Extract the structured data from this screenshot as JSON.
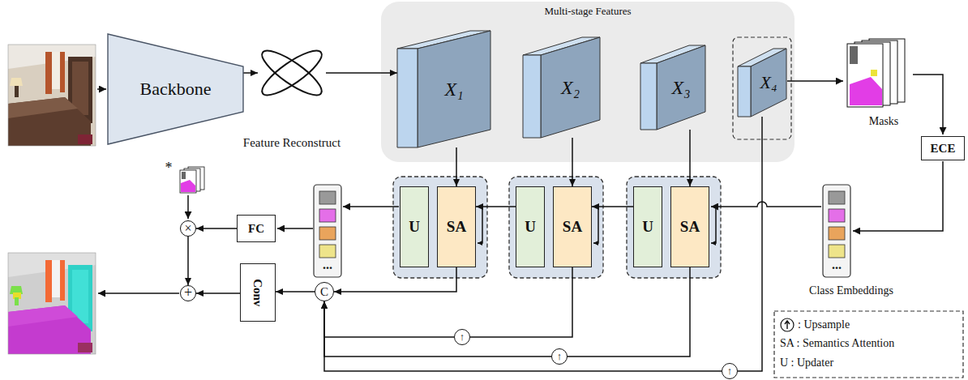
{
  "diagram": {
    "nodes": [
      {
        "text": [
          "Backbone"
        ]
      },
      {
        "text": [
          "Feature Reconstruct"
        ]
      },
      {
        "text": [
          "Multi-stage Features"
        ]
      },
      {
        "text": [
          "X₁"
        ],
        "in": 2
      },
      {
        "text": [
          "X₂"
        ],
        "in": 2
      },
      {
        "text": [
          "X₃"
        ],
        "in": 2
      },
      {
        "text": [
          "X₄"
        ],
        "in": 2
      },
      {
        "text": [
          "ECE"
        ]
      },
      {
        "text": [
          "U"
        ]
      },
      {
        "text": [
          "SA"
        ]
      },
      {
        "text": [
          "U"
        ]
      },
      {
        "text": [
          "SA"
        ]
      },
      {
        "text": [
          "U"
        ]
      },
      {
        "text": [
          "SA"
        ]
      },
      {
        "text": [
          "FC"
        ]
      },
      {
        "text": [
          "×"
        ]
      },
      {
        "text": [
          "Conv"
        ]
      },
      {
        "text": [
          "C"
        ]
      },
      {
        "text": [
          "+"
        ]
      },
      {
        "text": [
          "↑"
        ]
      },
      {
        "text": [
          "↑"
        ]
      },
      {
        "text": [
          "↑"
        ]
      }
    ],
    "edges": [
      {
        "from": 0,
        "to": 1,
        "arrow": "to"
      },
      {
        "from": 1,
        "to": 3,
        "arrow": "to"
      },
      {
        "from": 3,
        "to": 9,
        "arrow": "to"
      },
      {
        "from": 4,
        "to": 11,
        "arrow": "to"
      },
      {
        "from": 5,
        "to": 13,
        "arrow": "to"
      },
      {
        "from": 12,
        "to": 11,
        "arrow": "to"
      },
      {
        "from": 10,
        "to": 9,
        "arrow": "to"
      },
      {
        "from": 9,
        "to": 17,
        "arrow": "to"
      },
      {
        "from": 11,
        "to": 19,
        "arrow": "none"
      },
      {
        "from": 19,
        "to": 17,
        "arrow": "to"
      },
      {
        "from": 13,
        "to": 20,
        "arrow": "none"
      },
      {
        "from": 20,
        "to": 17,
        "arrow": "to"
      },
      {
        "from": 6,
        "to": 21,
        "arrow": "none"
      },
      {
        "from": 21,
        "to": 17,
        "arrow": "to"
      },
      {
        "from": 17,
        "to": 16,
        "arrow": "to"
      },
      {
        "from": 14,
        "to": 15,
        "arrow": "to"
      },
      {
        "from": 15,
        "to": 18,
        "arrow": "to"
      },
      {
        "from": 16,
        "to": 18,
        "arrow": "to"
      }
    ],
    "labels": [
      "Masks",
      "*",
      "...",
      "...",
      "Class Embeddings"
    ],
    "legend": [
      {
        "text": ": Upsample"
      },
      {
        "text": "SA : Semantics Attention"
      },
      {
        "text": "U : Updater"
      }
    ]
  }
}
